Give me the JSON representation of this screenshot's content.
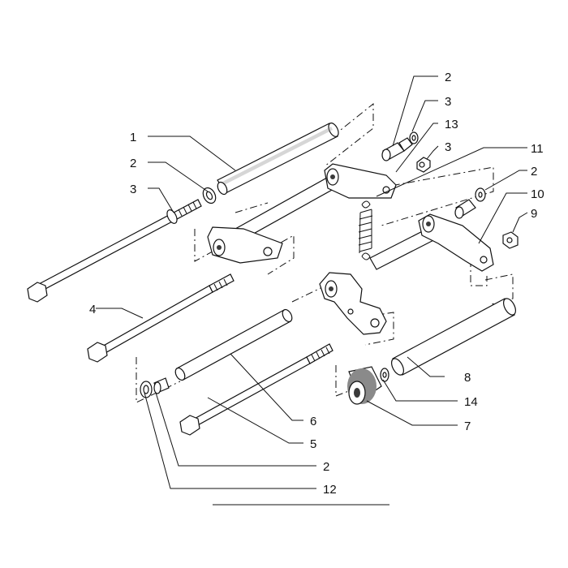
{
  "diagram": {
    "callouts": [
      {
        "id": "c1",
        "text": "1"
      },
      {
        "id": "c2a",
        "text": "2"
      },
      {
        "id": "c3a",
        "text": "3"
      },
      {
        "id": "c2b",
        "text": "2"
      },
      {
        "id": "c3b",
        "text": "3"
      },
      {
        "id": "c13",
        "text": "13"
      },
      {
        "id": "c3c",
        "text": "3"
      },
      {
        "id": "c11",
        "text": "11"
      },
      {
        "id": "c2c",
        "text": "2"
      },
      {
        "id": "c10",
        "text": "10"
      },
      {
        "id": "c9",
        "text": "9"
      },
      {
        "id": "c4",
        "text": "4"
      },
      {
        "id": "c8",
        "text": "8"
      },
      {
        "id": "c14",
        "text": "14"
      },
      {
        "id": "c7",
        "text": "7"
      },
      {
        "id": "c6",
        "text": "6"
      },
      {
        "id": "c5",
        "text": "5"
      },
      {
        "id": "c2d",
        "text": "2"
      },
      {
        "id": "c12",
        "text": "12"
      }
    ]
  }
}
